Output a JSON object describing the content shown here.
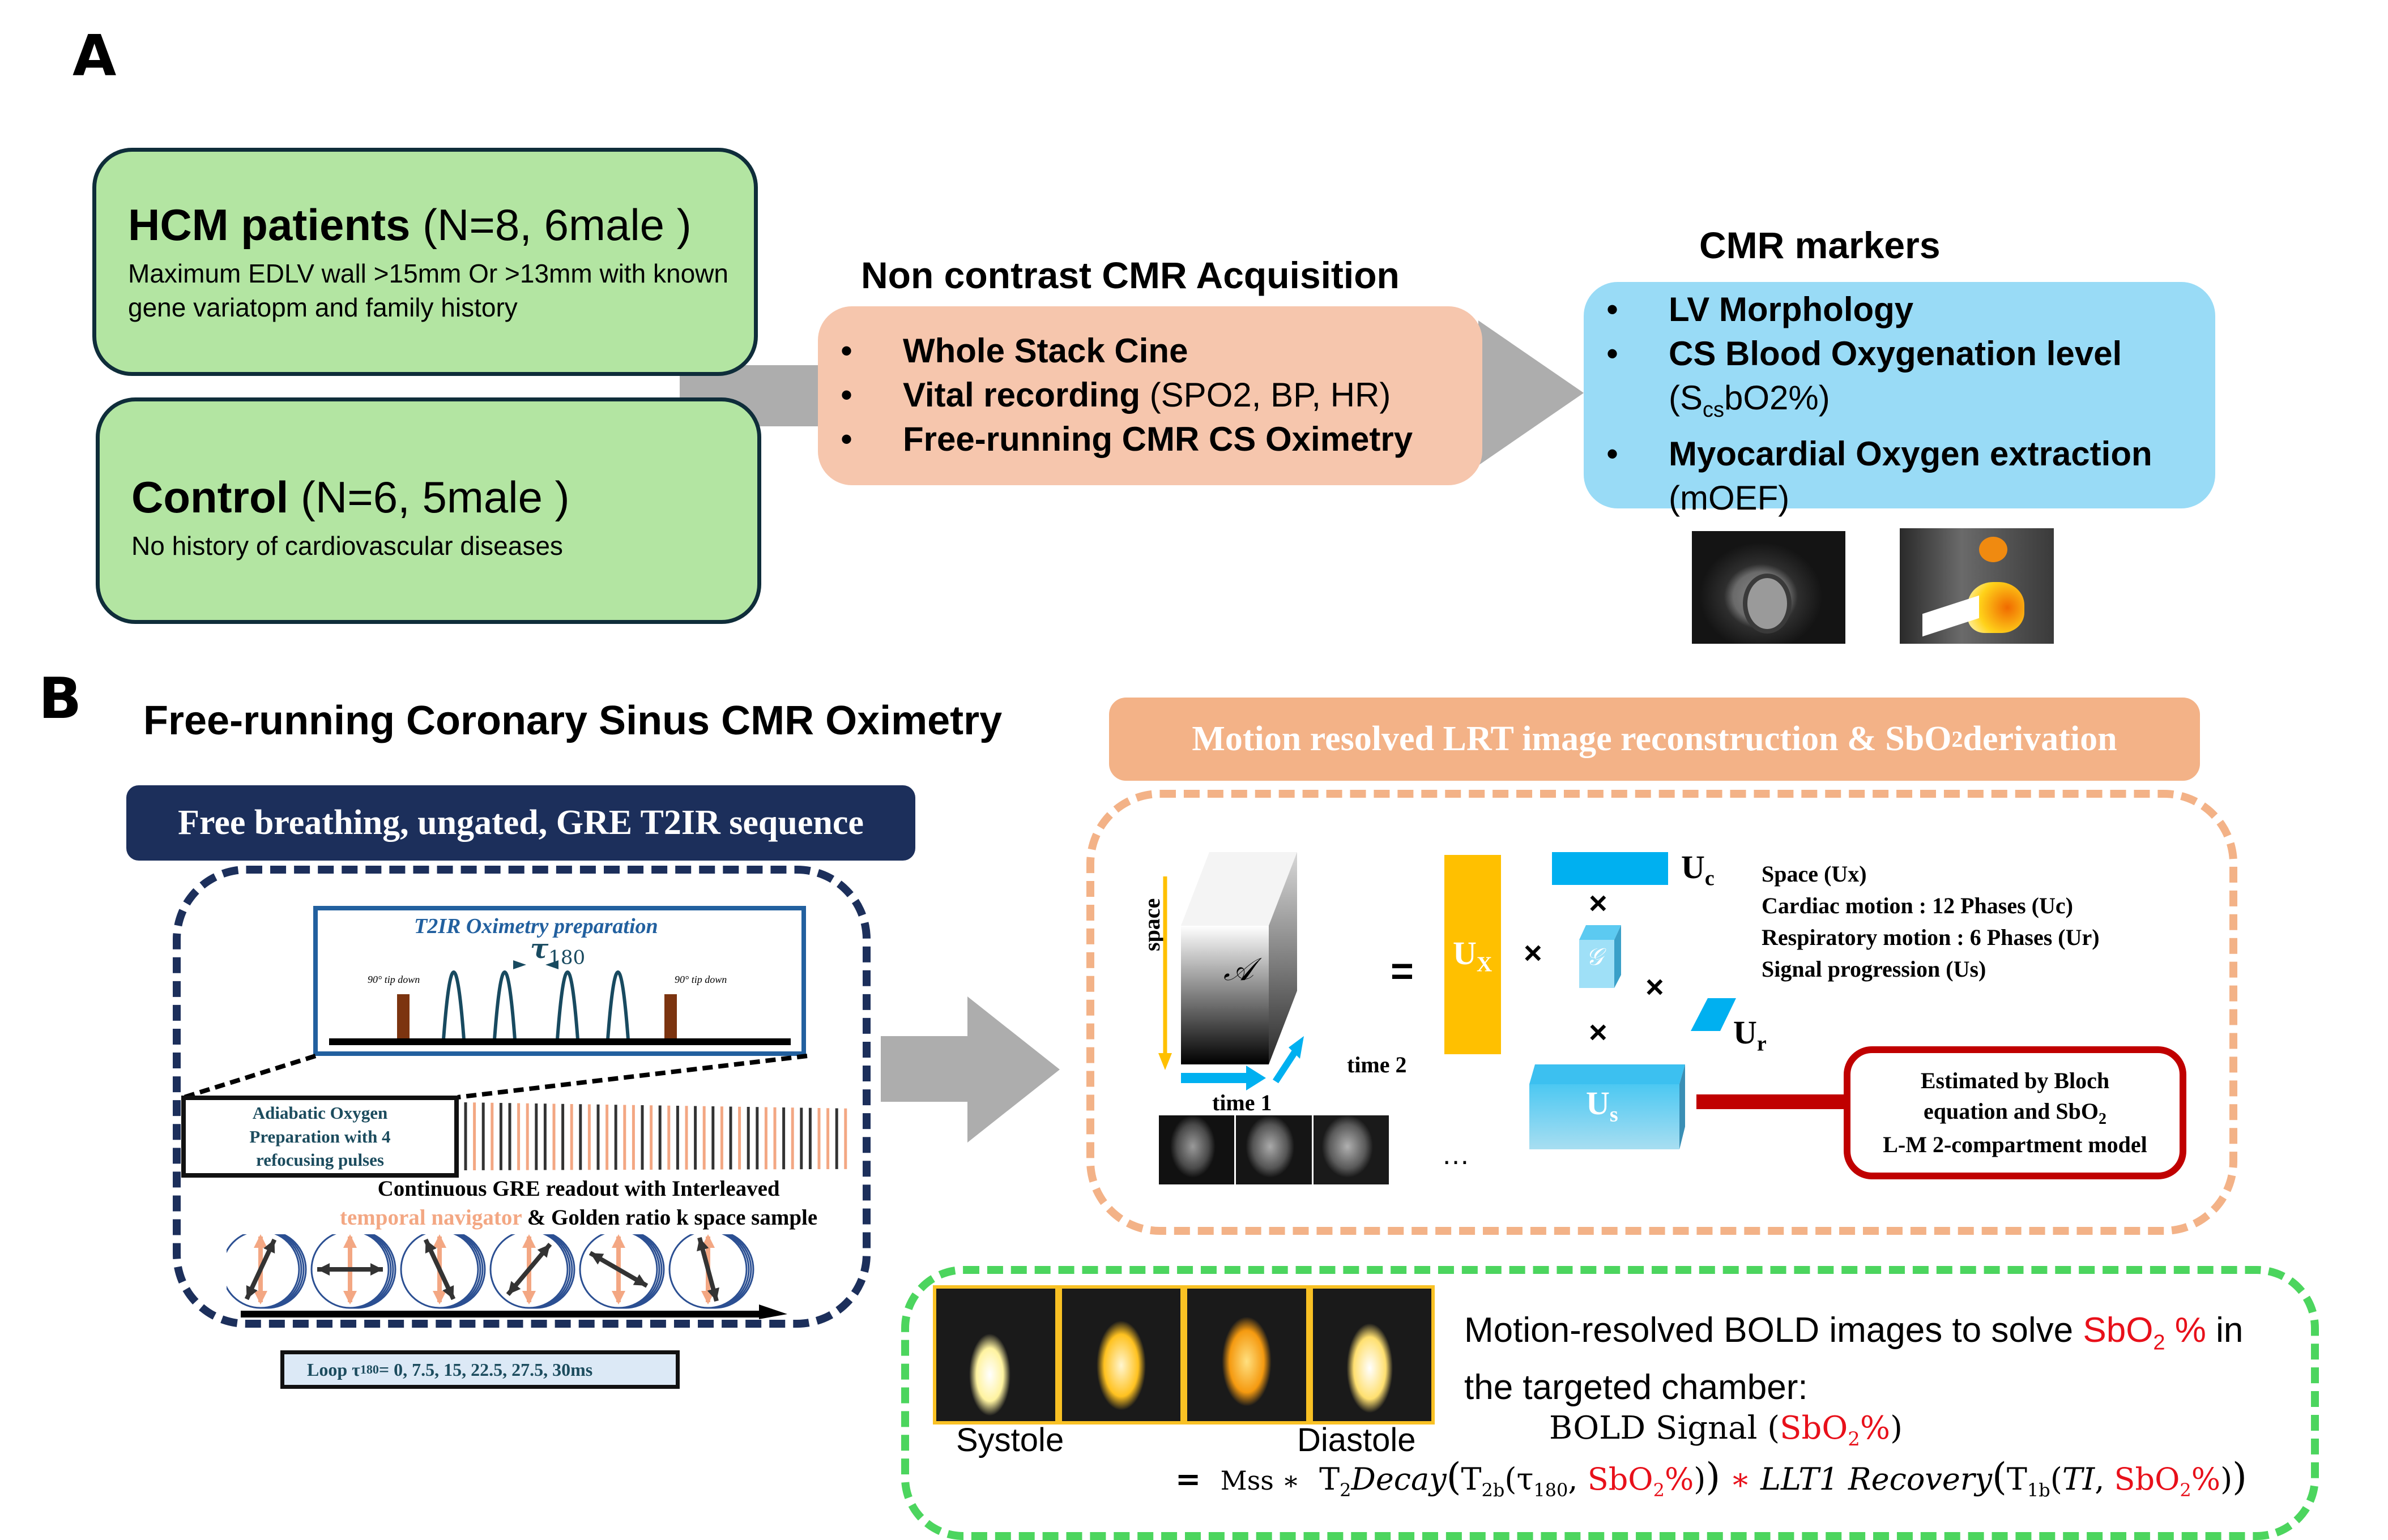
{
  "panels": {
    "a": "A",
    "b": "B"
  },
  "section_a": {
    "groups": [
      {
        "title_bold": "HCM patients",
        "title_rest": " (N=8, 6male )",
        "description": "Maximum EDLV wall >15mm Or >13mm with known gene variatopm and family history"
      },
      {
        "title_bold": "Control",
        "title_rest": " (N=6, 5male )",
        "description": "No history of cardiovascular diseases"
      }
    ],
    "acquisition": {
      "title": "Non contrast CMR Acquisition",
      "items": [
        {
          "bold": "Whole Stack Cine",
          "rest": ""
        },
        {
          "bold": "Vital recording",
          "rest": " (SPO2, BP, HR)"
        },
        {
          "bold": "Free-running CMR CS Oximetry",
          "rest": ""
        }
      ]
    },
    "markers": {
      "title": "CMR markers",
      "items": [
        {
          "bold": "LV Morphology",
          "line2": ""
        },
        {
          "bold": "CS Blood Oxygenation level",
          "line2_pre": "(S",
          "line2_sub": "cs",
          "line2_post": "bO2%)"
        },
        {
          "bold": "Myocardial Oxygen extraction",
          "line2": "(mOEF)"
        }
      ],
      "images": [
        "cine-short-axis-image",
        "oximetry-heatmap-image"
      ]
    },
    "bullet": "•"
  },
  "section_b": {
    "title": "Free-running Coronary Sinus CMR Oximetry",
    "sequence": {
      "header": "Free breathing, ungated, GRE T2IR sequence",
      "t2ir_title": "T2IR Oximetry preparation",
      "tau_symbol": "τ",
      "tau_sub": "180",
      "tip_down_deg": "90°",
      "tip_down_label": "tip down",
      "adiabatic_label": [
        "Adiabatic Oxygen",
        "Preparation with 4",
        "refocusing pulses"
      ],
      "readout_line1": "Continuous GRE readout with Interleaved",
      "readout_nav": "temporal navigator",
      "readout_rest": " & Golden ratio k space sample",
      "loop_pre": "Loop τ",
      "loop_sub": "180",
      "loop_values": " = 0, 7.5, 15, 22.5, 27.5, 30ms"
    },
    "reconstruction": {
      "header_pre": "Motion resolved LRT image reconstruction & SbO",
      "header_sub": "2",
      "header_post": " derivation",
      "space_label": "space",
      "tensor_symbol": "𝒜",
      "equals": "=",
      "times": "×",
      "ux": "U",
      "ux_sub": "X",
      "uc": "U",
      "uc_sub": "c",
      "ur": "U",
      "ur_sub": "r",
      "us": "U",
      "us_sub": "s",
      "core_symbol": "𝒢",
      "time1": "time 1",
      "time2": "time 2",
      "ellipsis": "…",
      "legend": [
        "Space (Ux)",
        "Cardiac motion : 12 Phases (Uc)",
        "Respiratory motion : 6 Phases (Ur)",
        "Signal progression (Us)"
      ],
      "bloch_line1": "Estimated by Bloch",
      "bloch_line2_pre": "equation and SbO",
      "bloch_line2_sub": "2",
      "bloch_line3": "L-M 2-compartment model"
    },
    "bold": {
      "desc_pre": "Motion-resolved BOLD images to solve ",
      "desc_red": "SbO",
      "desc_red_sub": "2",
      "desc_red_post": " %",
      "desc_post": " in the targeted chamber:",
      "systole": "Systole",
      "diastole": "Diastole",
      "eq_line1_pre": "BOLD Signal (",
      "eq_red": "SbO",
      "eq_red_sub": "2",
      "eq_red_post": "%",
      "eq_line1_post": ")",
      "eq_equals": "=",
      "eq_mss": "Mss ∗",
      "eq_t2": "T",
      "eq_t2_sub": "2",
      "eq_decay": "Decay",
      "eq_t2b": "T",
      "eq_t2b_sub": "2b",
      "eq_tau": "τ",
      "eq_tau_sub": "180",
      "eq_star": "∗",
      "eq_llt1": "LLT1 Recovery",
      "eq_t1b": "T",
      "eq_t1b_sub": "1b",
      "eq_ti": "TI"
    }
  },
  "colors": {
    "green_box": "#b3e5a2",
    "pink_box": "#f6c6ad",
    "blue_box": "#99dbf6",
    "arrow_gray": "#adadad",
    "navy": "#1c2f5b",
    "peach": "#f3b287",
    "green_dash": "#4cd55e",
    "red_box": "#c00000",
    "ux_yellow": "#ffc000",
    "u_blue": "#00b0f0",
    "highlight_red": "#e8101a"
  }
}
